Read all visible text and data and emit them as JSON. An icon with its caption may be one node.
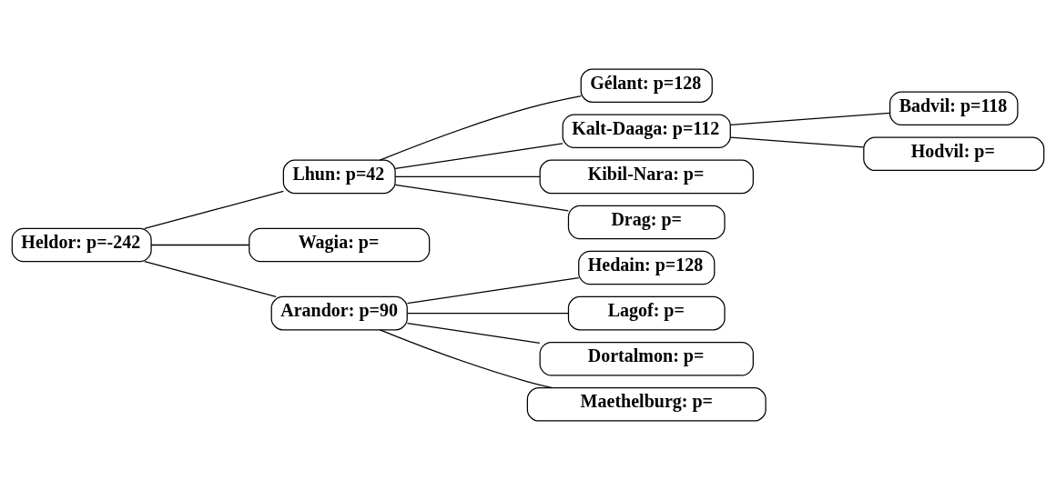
{
  "diagram": {
    "nodes": [
      {
        "text": [
          "Heldor: p=-242"
        ]
      },
      {
        "text": [
          "Lhun: p=42"
        ]
      },
      {
        "text": [
          "Gélant: p=128"
        ]
      },
      {
        "text": [
          "Kalt-Daaga: p=112"
        ]
      },
      {
        "text": [
          "Badvil: p=118"
        ]
      },
      {
        "text": [
          "Hodvil: p="
        ]
      },
      {
        "text": [
          "Kibil-Nara: p="
        ]
      },
      {
        "text": [
          "Drag: p="
        ]
      },
      {
        "text": [
          "Wagia: p="
        ]
      },
      {
        "text": [
          "Arandor: p=90"
        ]
      },
      {
        "text": [
          "Hedain: p=128"
        ]
      },
      {
        "text": [
          "Lagof: p="
        ]
      },
      {
        "text": [
          "Dortalmon: p="
        ]
      },
      {
        "text": [
          "Maethelburg: p="
        ]
      }
    ],
    "edges": [
      {
        "from": 0,
        "to": 1,
        "arrow": "none"
      },
      {
        "from": 1,
        "to": 2,
        "arrow": "none"
      },
      {
        "from": 1,
        "to": 3,
        "arrow": "none"
      },
      {
        "from": 3,
        "to": 4,
        "arrow": "none"
      },
      {
        "from": 3,
        "to": 5,
        "arrow": "none"
      },
      {
        "from": 1,
        "to": 6,
        "arrow": "none"
      },
      {
        "from": 1,
        "to": 7,
        "arrow": "none"
      },
      {
        "from": 0,
        "to": 8,
        "arrow": "none"
      },
      {
        "from": 0,
        "to": 9,
        "arrow": "none"
      },
      {
        "from": 9,
        "to": 10,
        "arrow": "none"
      },
      {
        "from": 9,
        "to": 11,
        "arrow": "none"
      },
      {
        "from": 9,
        "to": 12,
        "arrow": "none"
      },
      {
        "from": 9,
        "to": 13,
        "arrow": "none"
      }
    ]
  }
}
